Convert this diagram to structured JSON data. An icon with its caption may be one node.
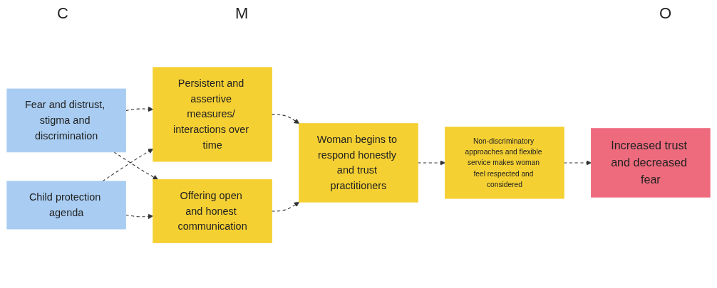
{
  "diagram": {
    "nodes": [
      {
        "text": [
          "Fear and distrust, stigma and discrimination"
        ]
      },
      {
        "text": [
          "Child protection agenda"
        ]
      },
      {
        "text": [
          "Persistent and assertive measures/ interactions over time"
        ]
      },
      {
        "text": [
          "Offering open and honest communication"
        ]
      },
      {
        "text": [
          "Woman begins to respond honestly and trust practitioners"
        ]
      },
      {
        "text": [
          "Non-discriminatory approaches and flexible service makes woman feel respected and considered"
        ]
      },
      {
        "text": [
          "Increased trust and decreased fear"
        ]
      }
    ],
    "edges": [
      {
        "from": 0,
        "to": 2,
        "arrow": "to",
        "style": "dashed"
      },
      {
        "from": 0,
        "to": 3,
        "arrow": "to",
        "style": "dashed"
      },
      {
        "from": 1,
        "to": 2,
        "arrow": "to",
        "style": "dashed"
      },
      {
        "from": 1,
        "to": 3,
        "arrow": "to",
        "style": "dashed"
      },
      {
        "from": 2,
        "to": 4,
        "arrow": "to",
        "style": "dashed"
      },
      {
        "from": 3,
        "to": 4,
        "arrow": "to",
        "style": "dashed"
      },
      {
        "from": 4,
        "to": 5,
        "arrow": "to",
        "style": "dashed"
      },
      {
        "from": 5,
        "to": 6,
        "arrow": "to",
        "style": "dashed"
      }
    ],
    "labels": [
      "C",
      "M",
      "O"
    ]
  }
}
